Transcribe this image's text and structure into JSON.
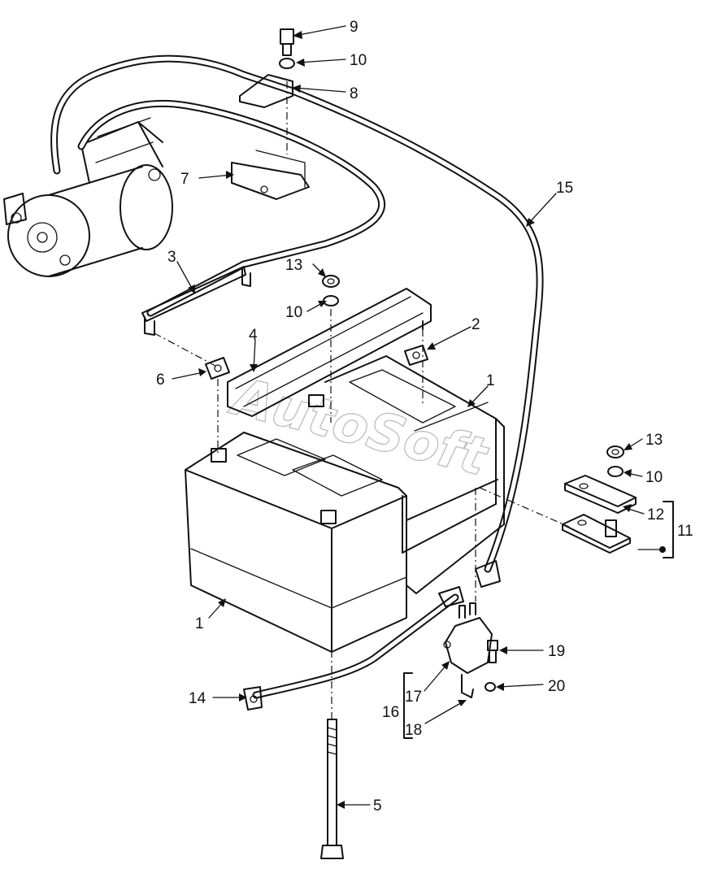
{
  "watermark": "AutoSoft",
  "callouts": [
    {
      "id": "c9",
      "text": "9"
    },
    {
      "id": "c10a",
      "text": "10"
    },
    {
      "id": "c8",
      "text": "8"
    },
    {
      "id": "c7",
      "text": "7"
    },
    {
      "id": "c15",
      "text": "15"
    },
    {
      "id": "c3",
      "text": "3"
    },
    {
      "id": "c13a",
      "text": "13"
    },
    {
      "id": "c10b",
      "text": "10"
    },
    {
      "id": "c4",
      "text": "4"
    },
    {
      "id": "c2",
      "text": "2"
    },
    {
      "id": "c6",
      "text": "6"
    },
    {
      "id": "c1a",
      "text": "1"
    },
    {
      "id": "c13b",
      "text": "13"
    },
    {
      "id": "c10c",
      "text": "10"
    },
    {
      "id": "c12",
      "text": "12"
    },
    {
      "id": "c11",
      "text": "11"
    },
    {
      "id": "c1b",
      "text": "1"
    },
    {
      "id": "c19",
      "text": "19"
    },
    {
      "id": "c14",
      "text": "14"
    },
    {
      "id": "c17",
      "text": "17"
    },
    {
      "id": "c20",
      "text": "20"
    },
    {
      "id": "c16",
      "text": "16"
    },
    {
      "id": "c18",
      "text": "18"
    },
    {
      "id": "c5",
      "text": "5"
    }
  ]
}
